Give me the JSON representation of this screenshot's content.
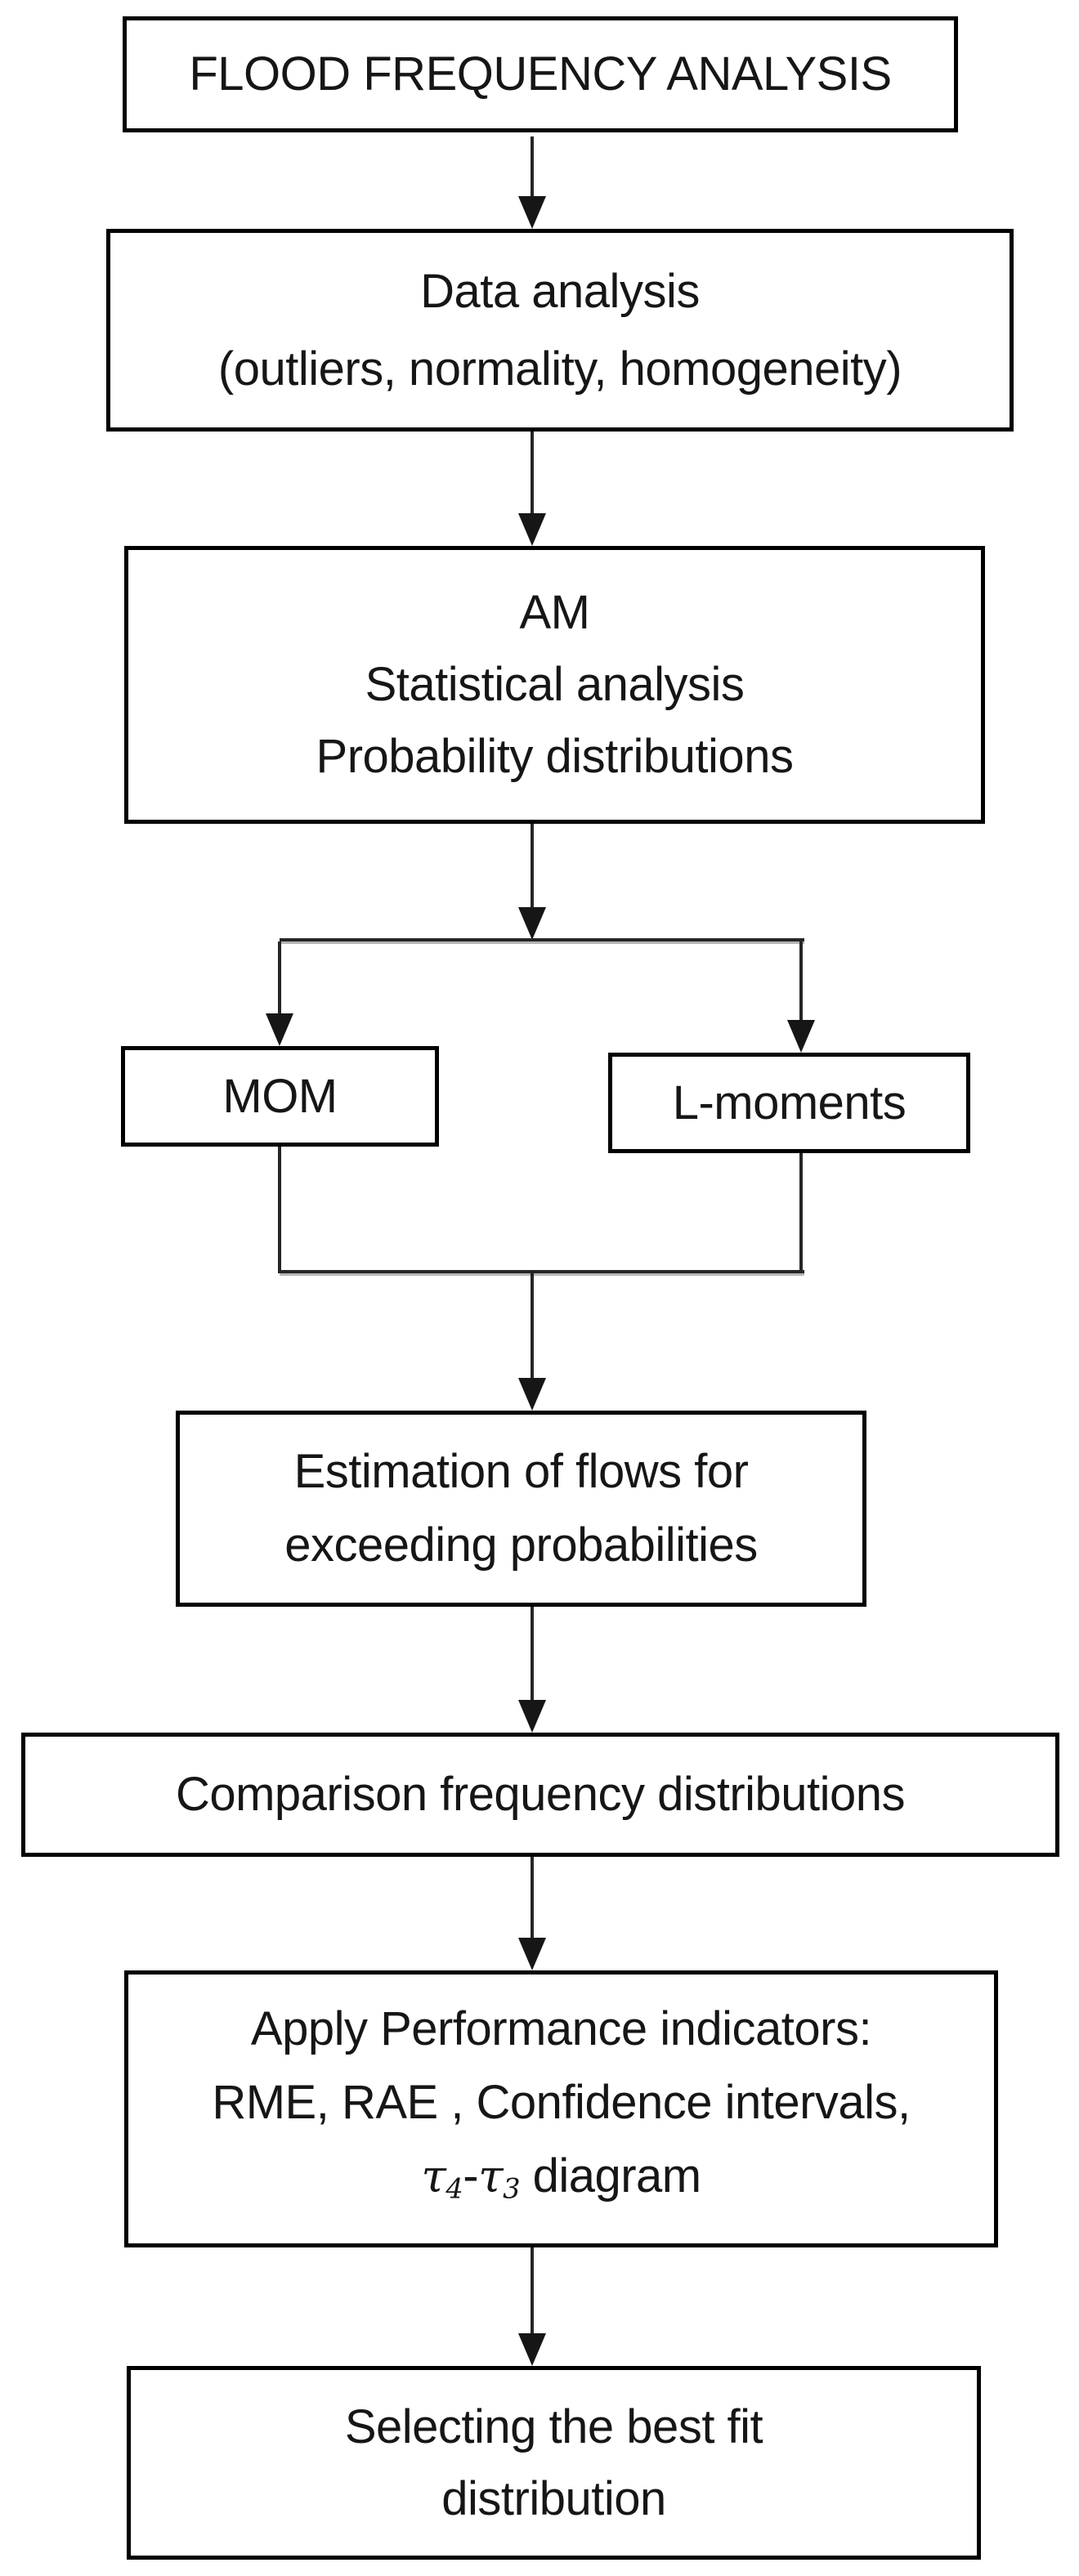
{
  "flowchart": {
    "nodes": {
      "title": {
        "lines": [
          "FLOOD FREQUENCY ANALYSIS"
        ]
      },
      "data_analysis": {
        "lines": [
          "Data analysis",
          "(outliers, normality, homogeneity)"
        ]
      },
      "statistical": {
        "lines": [
          "AM",
          "Statistical analysis",
          "Probability distributions"
        ]
      },
      "mom": {
        "lines": [
          "MOM"
        ]
      },
      "lmoments": {
        "lines": [
          "L-moments"
        ]
      },
      "estimation": {
        "lines": [
          "Estimation of flows for",
          "exceeding probabilities"
        ]
      },
      "comparison": {
        "lines": [
          "Comparison frequency distributions"
        ]
      },
      "performance": {
        "lines": [
          "Apply Performance indicators:",
          "RME, RAE , Confidence intervals,"
        ],
        "tau_line": {
          "tau1": "τ",
          "sub1": "4",
          "sep": "-",
          "tau2": "τ",
          "sub2": "3",
          "suffix": " diagram"
        }
      },
      "selection": {
        "lines": [
          "Selecting the best fit",
          "distribution"
        ]
      }
    },
    "colors": {
      "box_border": "#000000",
      "box_fill": "#ffffff",
      "text": "#161616",
      "connector": "#262626",
      "connector_shadow": "#b5b5b5",
      "background": "#ffffff"
    }
  }
}
